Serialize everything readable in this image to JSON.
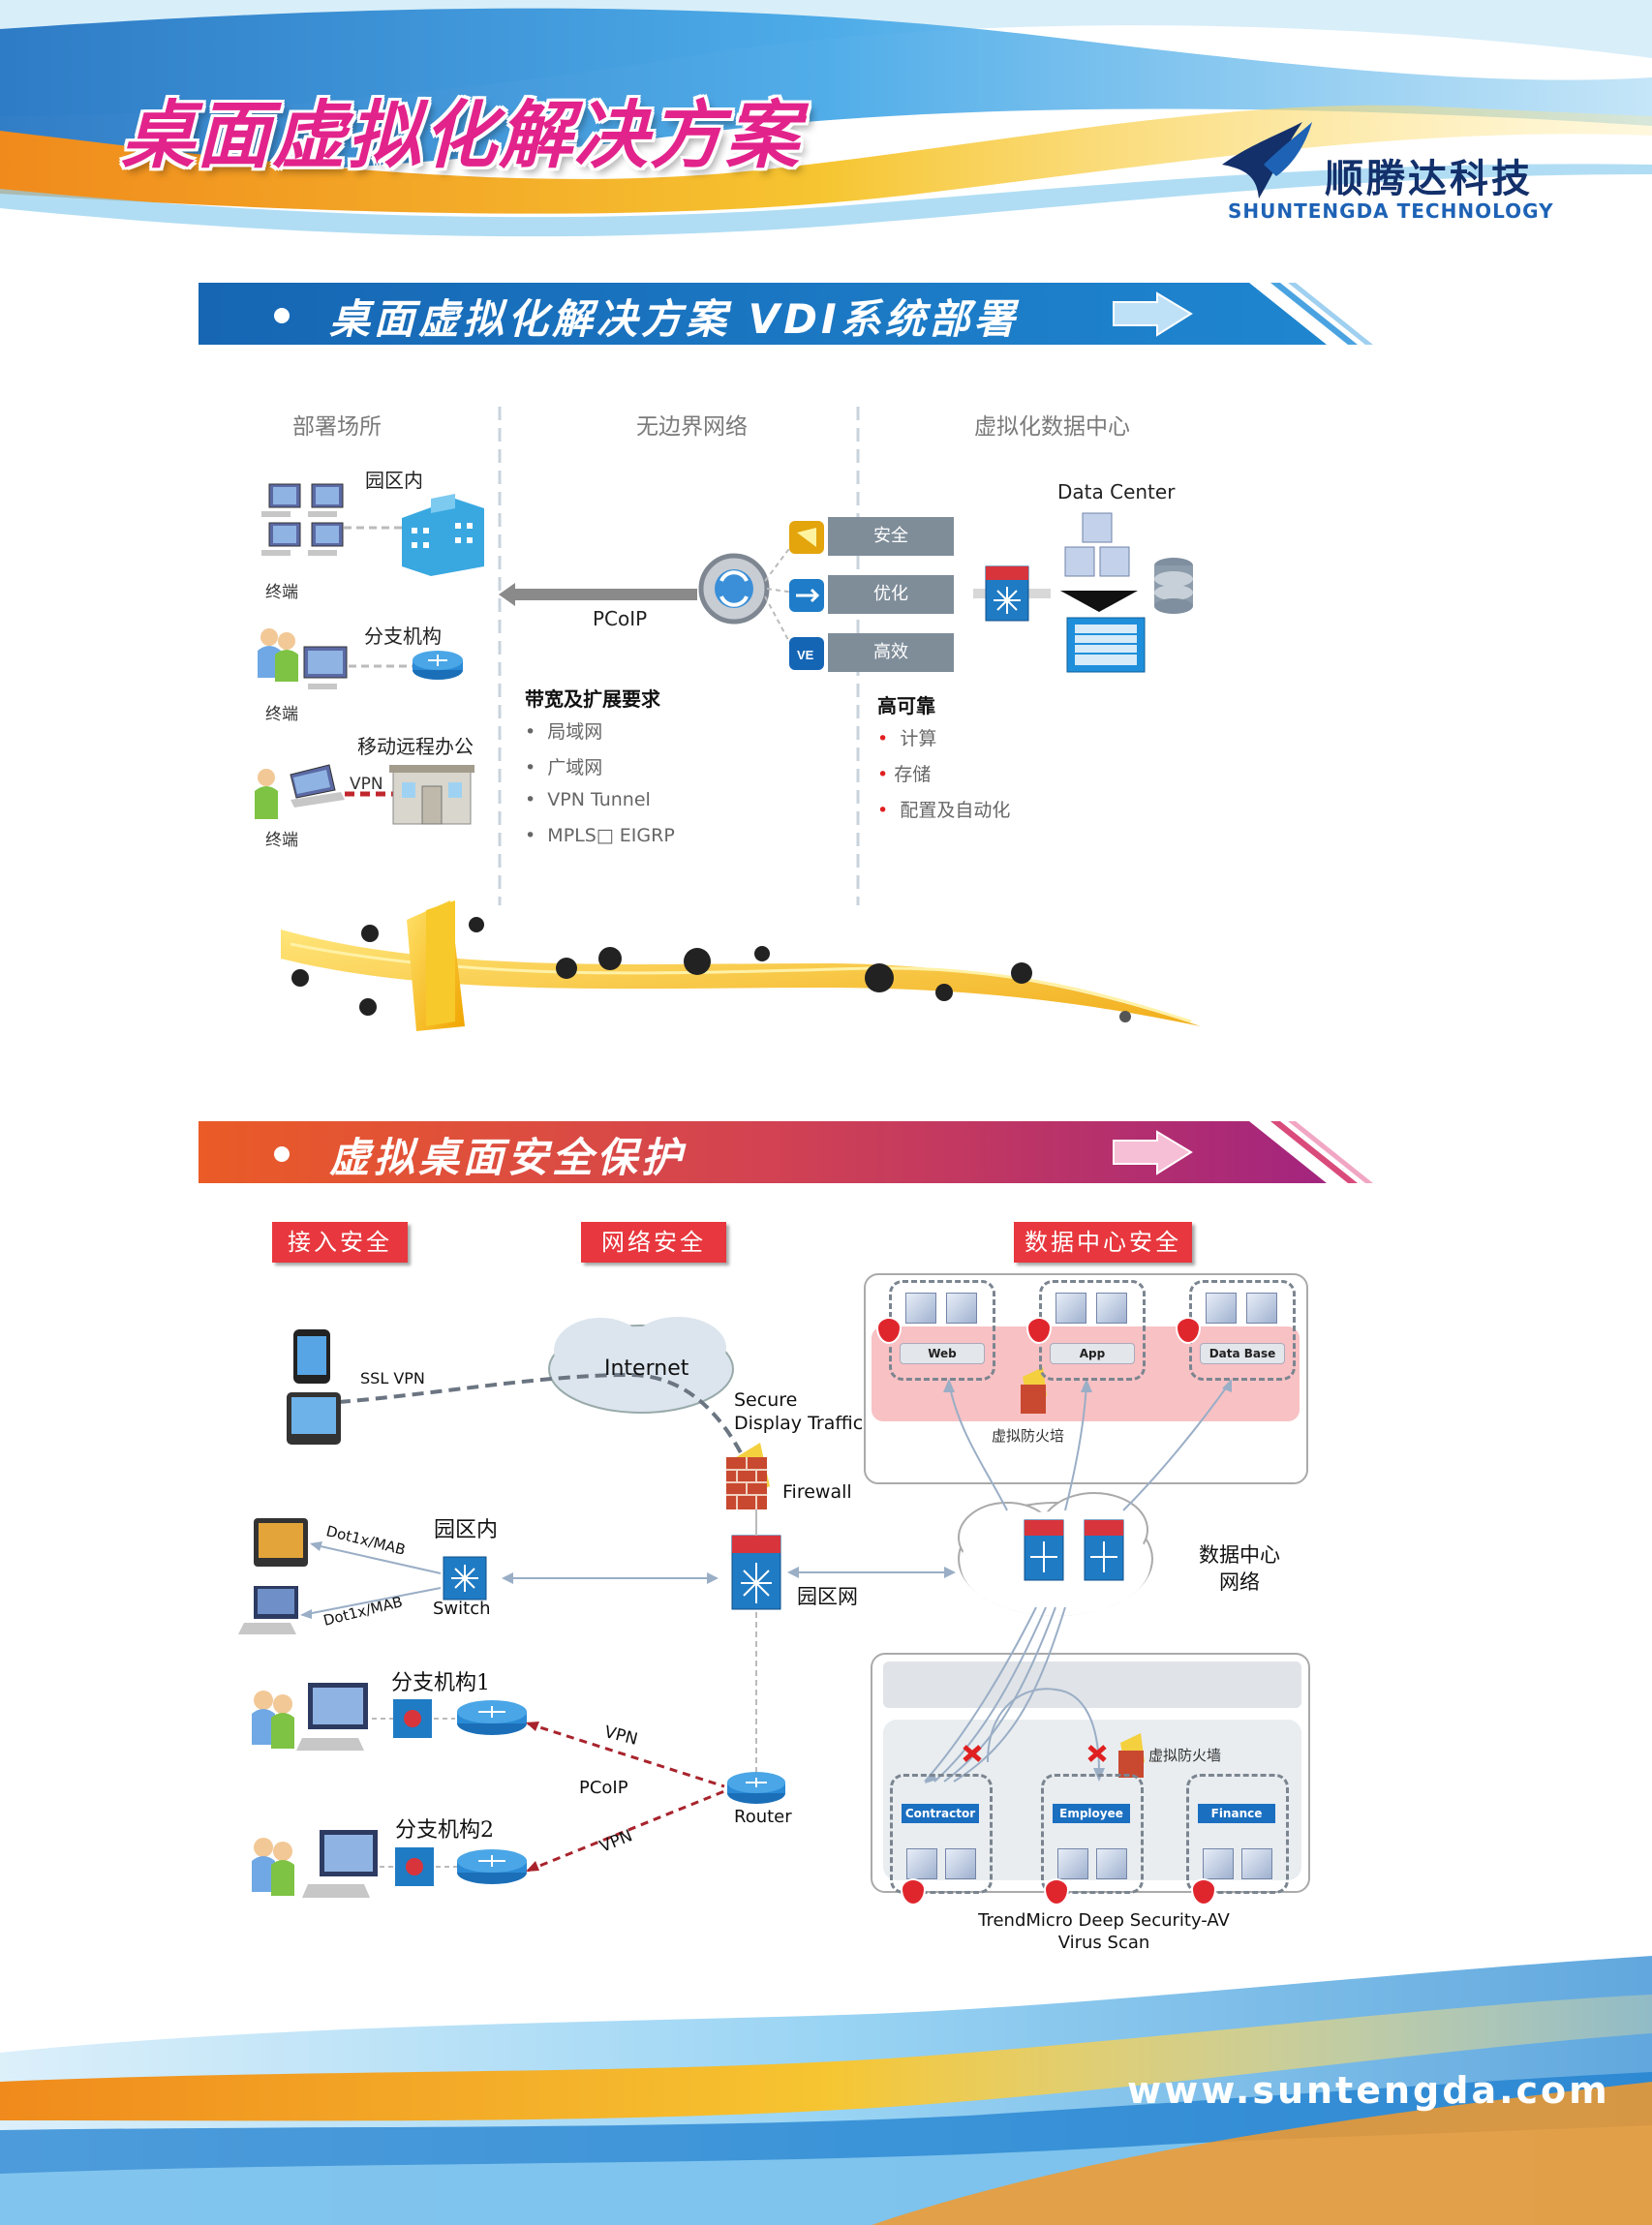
{
  "header": {
    "title": "桌面虚拟化解决方案",
    "company_cn": "顺腾达科技",
    "company_en": "SHUNTENGDA TECHNOLOGY"
  },
  "section1": {
    "banner": "桌面虚拟化解决方案  VDI系统部署",
    "col_deploy": "部署场所",
    "col_network": "无边界网络",
    "col_datacenter": "虚拟化数据中心",
    "campus": "园区内",
    "branch": "分支机构",
    "mobile": "移动远程办公",
    "terminal": "终端",
    "vpn": "VPN",
    "pcoip": "PCoIP",
    "datacenter": "Data Center",
    "pill_security": "安全",
    "pill_optimize": "优化",
    "pill_efficient": "高效",
    "bandwidth_title": "带宽及扩展要求",
    "bandwidth_items": [
      "局域网",
      "广域网",
      "VPN  Tunnel",
      "MPLS□ EIGRP"
    ],
    "reliable_title": "高可靠",
    "reliable_items": [
      "计算",
      "存储",
      "配置及自动化"
    ]
  },
  "section2": {
    "banner": "虚拟桌面安全保护",
    "tag_access": "接入安全",
    "tag_network": "网络安全",
    "tag_dc": "数据中心安全",
    "ssl_vpn": "SSL VPN",
    "internet": "Internet",
    "secure_display": "Secure\nDisplay Traffic",
    "firewall": "Firewall",
    "campus": "园区内",
    "dot1x_1": "Dot1x/MAB",
    "dot1x_2": "Dot1x/MAB",
    "switch": "Switch",
    "campus_net": "园区网",
    "dc_net": "数据中心\n网络",
    "branch1": "分支机构1",
    "branch2": "分支机构2",
    "vpn1": "VPN",
    "vpn2": "VPN",
    "pcoip": "PCoIP",
    "router": "Router",
    "web": "Web",
    "app": "App",
    "database": "Data Base",
    "virtual_fw_top": "虚拟防火培",
    "virtual_fw_bottom": "虚拟防火墙",
    "contractor": "Contractor",
    "employee": "Employee",
    "finance": "Finance",
    "trend_line1": "TrendMicro Deep Security-AV",
    "trend_line2": "Virus Scan"
  },
  "footer": {
    "website": "www.suntengda.com"
  },
  "colors": {
    "title_pink": "#e2238b",
    "banner_blue": "#1c6cb6",
    "banner_red_start": "#e95d2a",
    "banner_red_end": "#a6247e",
    "tag_red": "#e8373e",
    "navy": "#13306b"
  }
}
